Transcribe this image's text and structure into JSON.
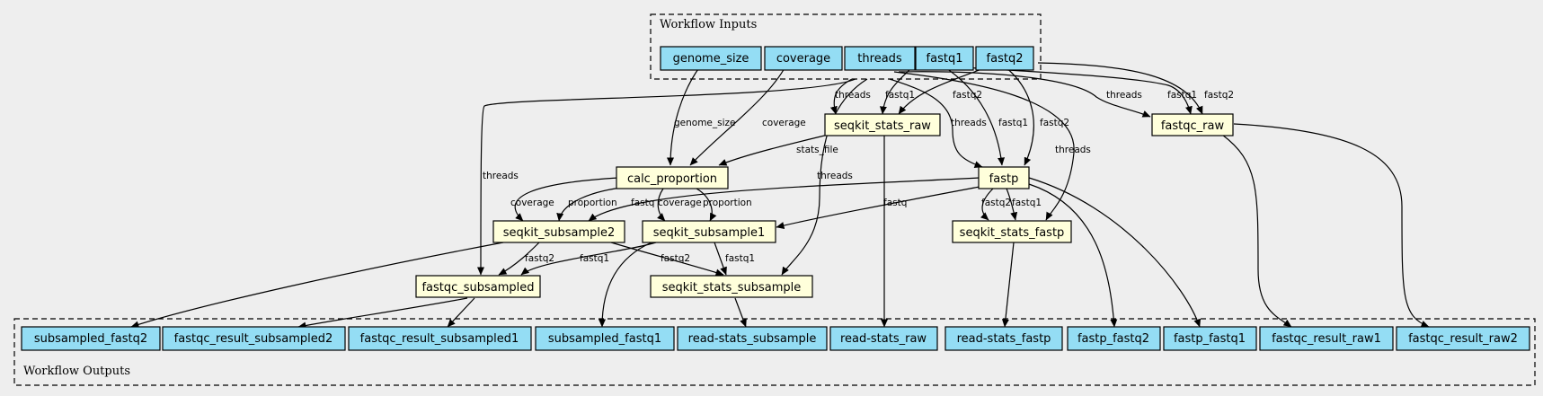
{
  "clusters": {
    "inputs_label": "Workflow Inputs",
    "outputs_label": "Workflow Outputs"
  },
  "colors": {
    "io_fill": "#94ddf4",
    "step_fill": "#ffffdb",
    "background": "#eeeeee"
  },
  "inputs": {
    "genome_size": "genome_size",
    "coverage": "coverage",
    "threads": "threads",
    "fastq1": "fastq1",
    "fastq2": "fastq2"
  },
  "steps": {
    "seqkit_stats_raw": "seqkit_stats_raw",
    "fastqc_raw": "fastqc_raw",
    "calc_proportion": "calc_proportion",
    "fastp": "fastp",
    "seqkit_subsample2": "seqkit_subsample2",
    "seqkit_subsample1": "seqkit_subsample1",
    "seqkit_stats_fastp": "seqkit_stats_fastp",
    "fastqc_subsampled": "fastqc_subsampled",
    "seqkit_stats_subsample": "seqkit_stats_subsample"
  },
  "outputs": {
    "subsampled_fastq2": "subsampled_fastq2",
    "fastqc_result_subsampled2": "fastqc_result_subsampled2",
    "fastqc_result_subsampled1": "fastqc_result_subsampled1",
    "subsampled_fastq1": "subsampled_fastq1",
    "read_stats_subsample": "read-stats_subsample",
    "read_stats_raw": "read-stats_raw",
    "read_stats_fastp": "read-stats_fastp",
    "fastp_fastq2": "fastp_fastq2",
    "fastp_fastq1": "fastp_fastq1",
    "fastqc_result_raw1": "fastqc_result_raw1",
    "fastqc_result_raw2": "fastqc_result_raw2"
  },
  "edge_labels": {
    "genome_size": "genome_size",
    "coverage": "coverage",
    "threads": "threads",
    "fastq1": "fastq1",
    "fastq2": "fastq2",
    "stats_file": "stats_file",
    "proportion": "proportion",
    "fastq": "fastq"
  }
}
